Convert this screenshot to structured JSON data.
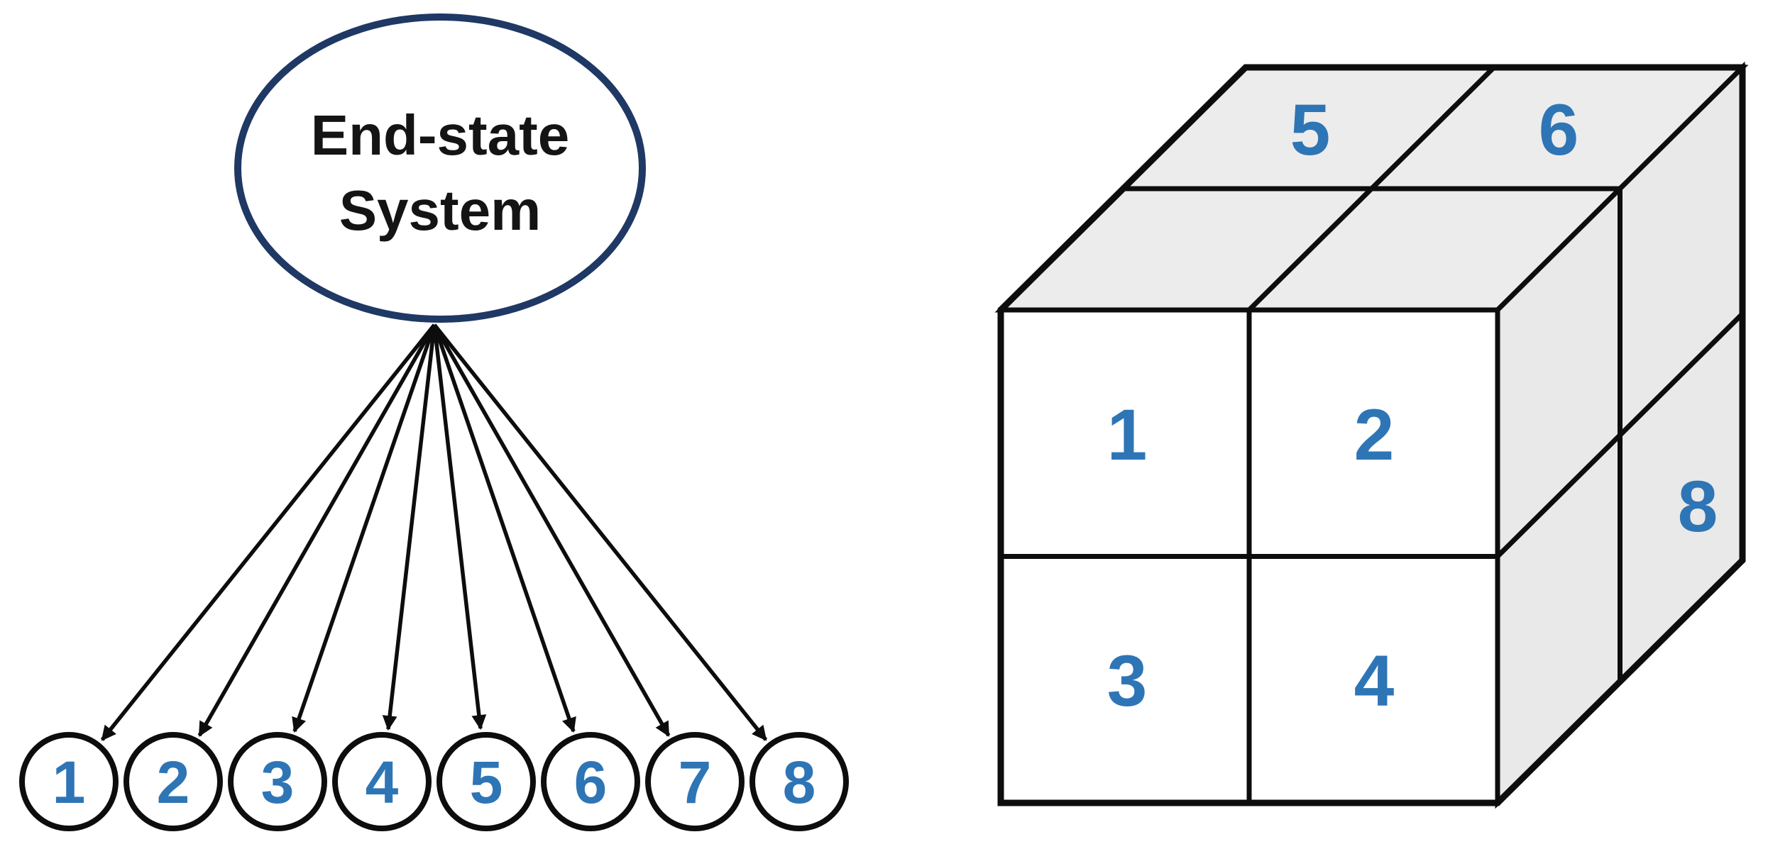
{
  "colors": {
    "accent_blue": "#2E75B6",
    "ellipse_navy": "#1F3864",
    "line_black": "#0D0D0D",
    "cube_top_gray": "#ECECEC",
    "cube_side_gray": "#E9E9E9",
    "cube_front_white": "#FFFFFF",
    "background": "#FFFFFF"
  },
  "tree": {
    "root_line1": "End-state",
    "root_line2": "System",
    "leaves": [
      "1",
      "2",
      "3",
      "4",
      "5",
      "6",
      "7",
      "8"
    ]
  },
  "cube": {
    "front_top_left": "1",
    "front_top_right": "2",
    "front_bottom_left": "3",
    "front_bottom_right": "4",
    "top_back_left": "5",
    "top_back_right": "6",
    "side_back_bottom": "8"
  }
}
